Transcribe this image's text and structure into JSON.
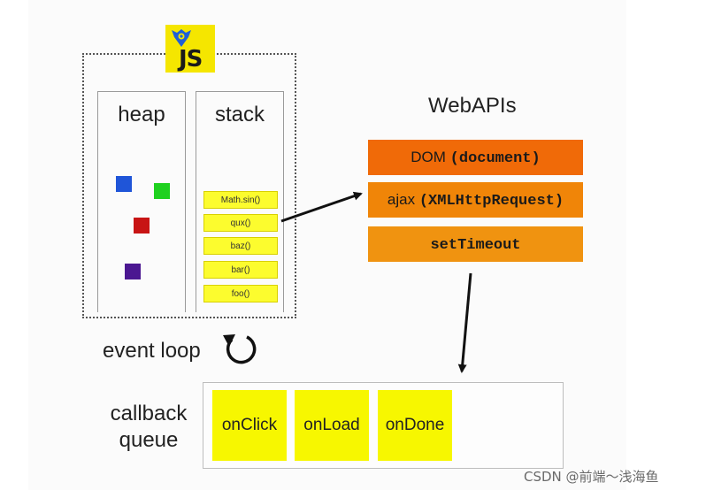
{
  "logo": {
    "text": "JS",
    "icon": "gear-shield-icon"
  },
  "engine": {
    "heap_title": "heap",
    "stack_title": "stack",
    "heap_objects": [
      {
        "name": "heap-object-blue",
        "color": "#1f55d8"
      },
      {
        "name": "heap-object-green",
        "color": "#1fd11f"
      },
      {
        "name": "heap-object-red",
        "color": "#c81414"
      },
      {
        "name": "heap-object-purple",
        "color": "#4b1791"
      }
    ],
    "stack_frames": [
      "Math.sin()",
      "qux()",
      "baz()",
      "bar()",
      "foo()"
    ]
  },
  "webapis": {
    "title": "WebAPIs",
    "items": [
      {
        "prefix": "DOM ",
        "mono": "(document)",
        "color": "#f06a08"
      },
      {
        "prefix": "ajax ",
        "mono": "(XMLHttpRequest)",
        "color": "#f08508"
      },
      {
        "prefix": "",
        "mono": "setTimeout",
        "color": "#f09310"
      }
    ]
  },
  "event_loop": {
    "label": "event loop"
  },
  "callback_queue": {
    "label_line1": "callback",
    "label_line2": "queue",
    "items": [
      "onClick",
      "onLoad",
      "onDone"
    ]
  },
  "watermark": "CSDN @前端～浅海鱼"
}
